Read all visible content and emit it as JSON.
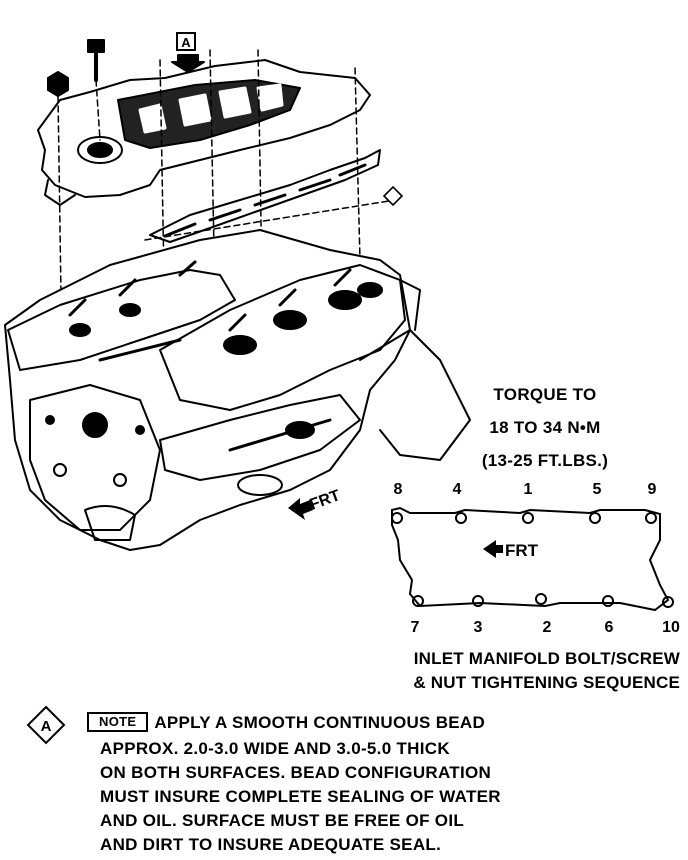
{
  "callout": {
    "letter": "A"
  },
  "front_marker": {
    "label": "FRT"
  },
  "torque": {
    "line1": "TORQUE TO",
    "line2": "18 TO 34 N•M",
    "line3": "(13-25 FT.LBS.)"
  },
  "sequence": {
    "top_row": [
      "8",
      "4",
      "1",
      "5",
      "9"
    ],
    "bottom_row": [
      "7",
      "3",
      "2",
      "6",
      "10"
    ],
    "front_label": "FRT",
    "caption_line1": "INLET MANIFOLD BOLT/SCREW",
    "caption_line2": "& NUT TIGHTENING SEQUENCE"
  },
  "note": {
    "marker": "A",
    "badge": "NOTE",
    "lines": [
      "APPLY A SMOOTH CONTINUOUS BEAD",
      "APPROX. 2.0-3.0 WIDE AND 3.0-5.0 THICK",
      "ON BOTH SURFACES. BEAD CONFIGURATION",
      "MUST INSURE COMPLETE SEALING OF WATER",
      "AND OIL. SURFACE MUST BE FREE OF OIL",
      "AND DIRT TO INSURE ADEQUATE SEAL."
    ]
  }
}
